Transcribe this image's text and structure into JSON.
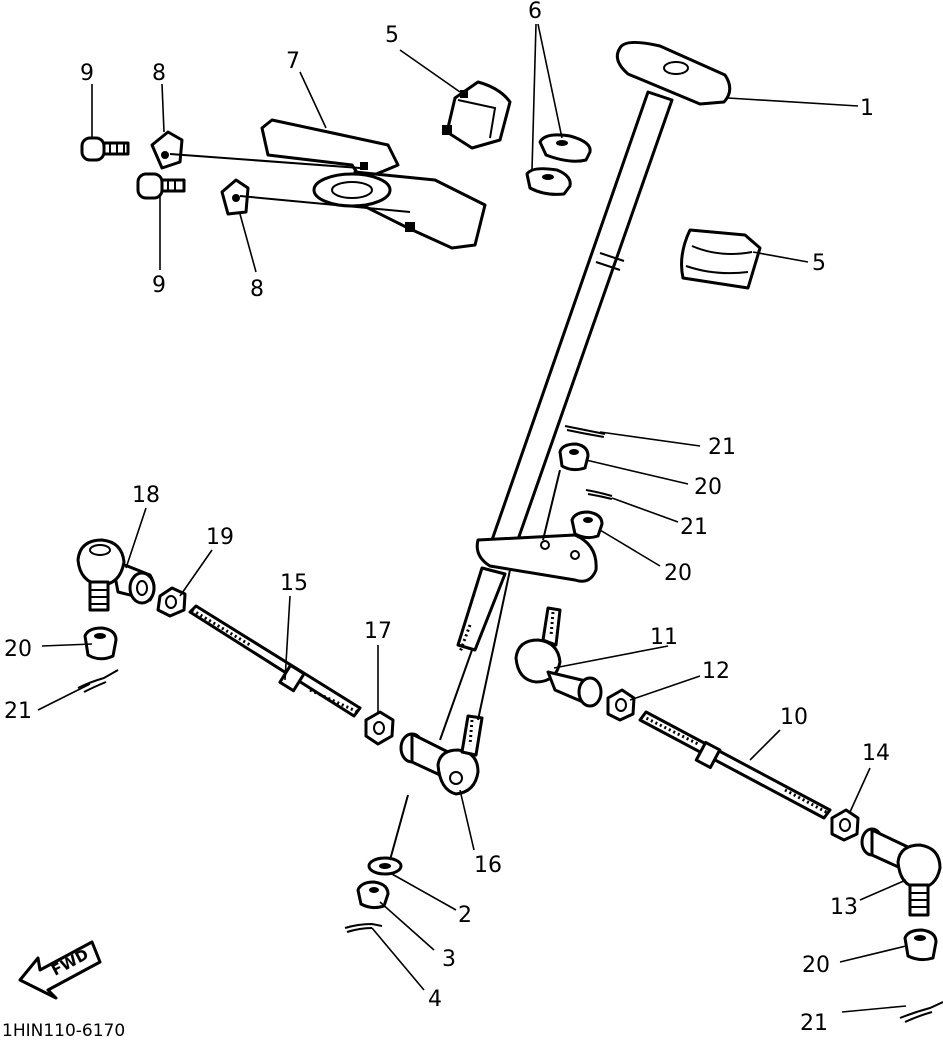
{
  "colors": {
    "ink": "#000000",
    "paper": "#ffffff"
  },
  "diagram_code": "1HIN110-6170",
  "fwd_label": "FWD",
  "callouts": [
    {
      "id": "c1",
      "text": "1"
    },
    {
      "id": "c2",
      "text": "2"
    },
    {
      "id": "c3",
      "text": "3"
    },
    {
      "id": "c4",
      "text": "4"
    },
    {
      "id": "c5a",
      "text": "5"
    },
    {
      "id": "c5b",
      "text": "5"
    },
    {
      "id": "c6",
      "text": "6"
    },
    {
      "id": "c7",
      "text": "7"
    },
    {
      "id": "c8a",
      "text": "8"
    },
    {
      "id": "c8b",
      "text": "8"
    },
    {
      "id": "c9a",
      "text": "9"
    },
    {
      "id": "c9b",
      "text": "9"
    },
    {
      "id": "c10",
      "text": "10"
    },
    {
      "id": "c11",
      "text": "11"
    },
    {
      "id": "c12",
      "text": "12"
    },
    {
      "id": "c13",
      "text": "13"
    },
    {
      "id": "c14",
      "text": "14"
    },
    {
      "id": "c15",
      "text": "15"
    },
    {
      "id": "c16",
      "text": "16"
    },
    {
      "id": "c17",
      "text": "17"
    },
    {
      "id": "c18",
      "text": "18"
    },
    {
      "id": "c19",
      "text": "19"
    },
    {
      "id": "c20a",
      "text": "20"
    },
    {
      "id": "c20b",
      "text": "20"
    },
    {
      "id": "c20c",
      "text": "20"
    },
    {
      "id": "c20d",
      "text": "20"
    },
    {
      "id": "c21a",
      "text": "21"
    },
    {
      "id": "c21b",
      "text": "21"
    },
    {
      "id": "c21c",
      "text": "21"
    },
    {
      "id": "c21d",
      "text": "21"
    }
  ]
}
